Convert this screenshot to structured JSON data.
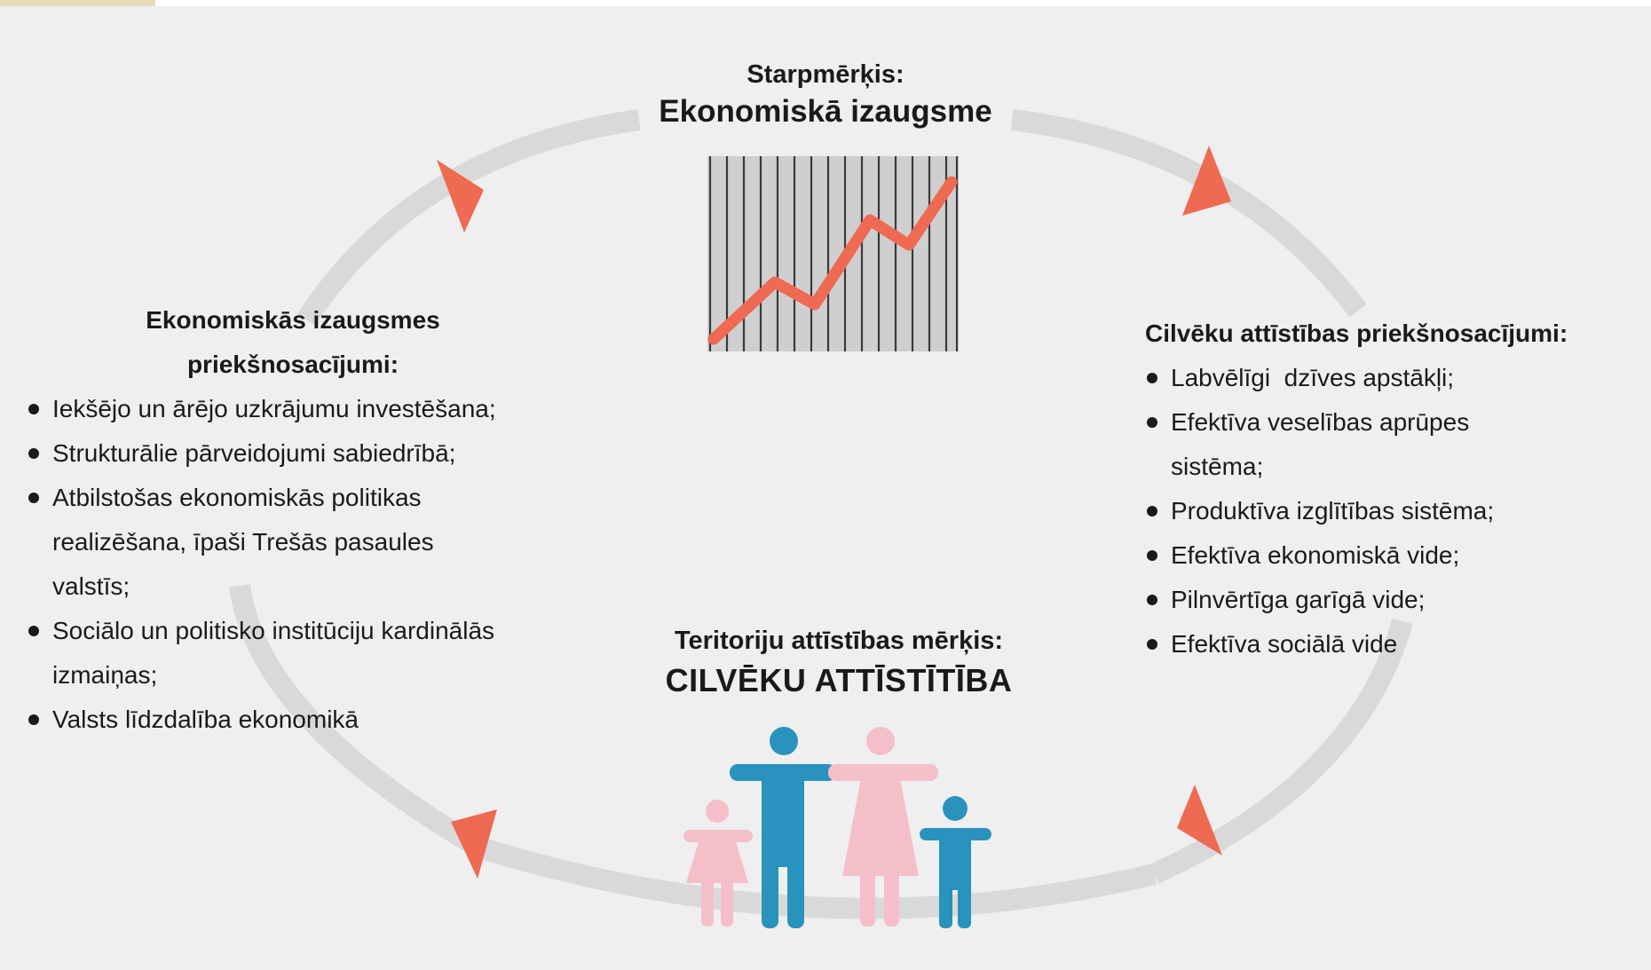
{
  "colors": {
    "accent_arrow": "#ef6a52",
    "cycle_ring": "#d9d9d9",
    "background": "#efefef",
    "chart_line": "#ef6a52",
    "person_blue": "#2a93bd",
    "person_pink": "#f5bfca"
  },
  "icons": [
    "growth-chart-icon",
    "family-icon",
    "cycle-arrow-icon"
  ],
  "top": {
    "label": "Starpmērķis:",
    "title": "Ekonomiskā izaugsme"
  },
  "bottom": {
    "label": "Teritoriju attīstības mērķis:",
    "title": "CILVĒKU ATTĪSTĪTĪBA"
  },
  "left": {
    "heading_line1": "Ekonomiskās izaugsmes",
    "heading_line2": "priekšnosacījumi:",
    "items": [
      "Iekšējo un ārējo uzkrājumu investēšana;",
      "Strukturālie pārveidojumi sabiedrībā;",
      "Atbilstošas ekonomiskās politikas",
      "realizēšana, īpaši Trešās pasaules",
      "valstīs;",
      "Sociālo un politisko institūciju kardinālās",
      "izmaiņas;",
      "Valsts līdzdalība ekonomikā"
    ]
  },
  "right": {
    "heading": "Cilvēku attīstības priekšnosacījumi:",
    "items": [
      "Labvēlīgi  dzīves apstākļi;",
      "Efektīva veselības aprūpes",
      "sistēma;",
      "Produktīva izglītības sistēma;",
      "Efektīva ekonomiskā vide;",
      "Pilnvērtīga garīgā vide;",
      "Efektīva sociālā vide"
    ]
  }
}
